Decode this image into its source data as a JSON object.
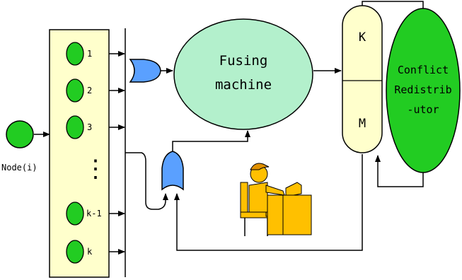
{
  "source_node": {
    "label": "Node(i)"
  },
  "node_column": {
    "nodes": [
      {
        "label": "1"
      },
      {
        "label": "2"
      },
      {
        "label": "3"
      },
      {
        "label": "k-1"
      },
      {
        "label": "k"
      }
    ],
    "ellipsis": "⋮"
  },
  "fusing_machine": {
    "line1": "Fusing",
    "line2": "machine"
  },
  "km_store": {
    "top": "K",
    "bottom": "M"
  },
  "conflict_redistributor": {
    "line1": "Conflict",
    "line2": "Redistrib",
    "line3": "-utor"
  },
  "colors": {
    "node_fill": "#22cc22",
    "panel_fill": "#ffffcc",
    "fusing_fill": "#b3f0cc",
    "gate_fill": "#5aa0ff",
    "km_fill": "#ffffcc",
    "redistributor_fill": "#22cc22",
    "operator_fill": "#ffc000"
  },
  "icons": {
    "operator": "person-at-desk-icon"
  }
}
